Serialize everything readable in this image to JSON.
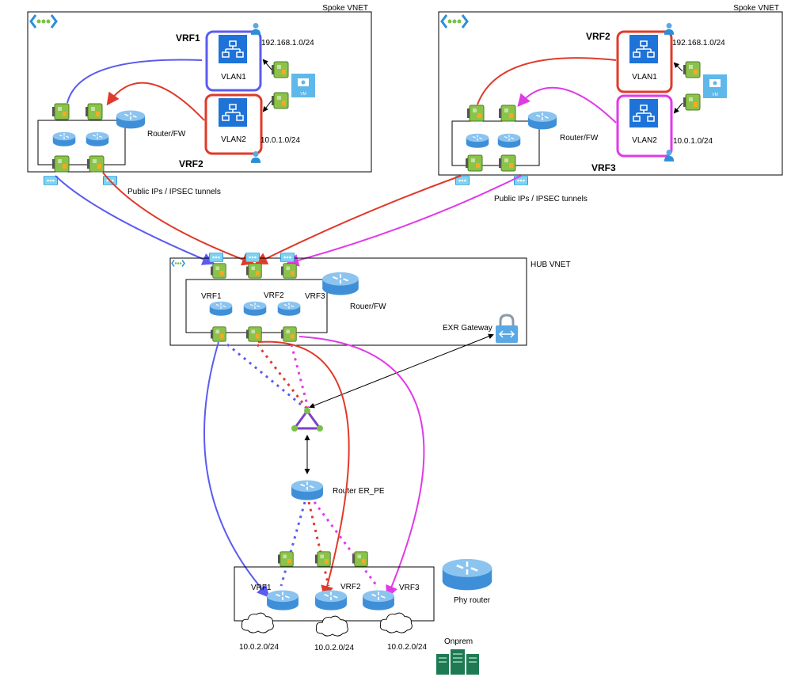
{
  "spoke_left": {
    "title": "Spoke VNET",
    "vrf_top": "VRF1",
    "vrf_bottom": "VRF2",
    "vlan1": "VLAN1",
    "vlan2": "VLAN2",
    "subnet1": "192.168.1.0/24",
    "subnet2": "10.0.1.0/24",
    "router": "Router/FW",
    "vm": "VM",
    "tunnels": "Public IPs / IPSEC tunnels"
  },
  "spoke_right": {
    "title": "Spoke VNET",
    "vrf_top": "VRF2",
    "vrf_bottom": "VRF3",
    "vlan1": "VLAN1",
    "vlan2": "VLAN2",
    "subnet1": "192.168.1.0/24",
    "subnet2": "10.0.1.0/24",
    "router": "Router/FW",
    "vm": "VM",
    "tunnels": "Public IPs / IPSEC tunnels"
  },
  "hub": {
    "title": "HUB VNET",
    "router": "Rouer/FW",
    "vrf1": "VRF1",
    "vrf2": "VRF2",
    "vrf3": "VRF3",
    "exr": "EXR Gateway"
  },
  "er_pe": {
    "label": "Router ER_PE"
  },
  "onprem": {
    "vrf1": "VRF1",
    "vrf2": "VRF2",
    "vrf3": "VRF3",
    "phy_router": "Phy router",
    "cloud1": "10.0.2.0/24",
    "cloud2": "10.0.2.0/24",
    "cloud3": "10.0.2.0/24",
    "label": "Onprem"
  },
  "colors": {
    "vrf1": "#5b5bf0",
    "vrf2": "#e03a2a",
    "vrf3": "#e03ae8",
    "vlan_blue": "#1e73d8",
    "nic_green": "#8bc34a",
    "router_blue": "#5aa9e6"
  }
}
